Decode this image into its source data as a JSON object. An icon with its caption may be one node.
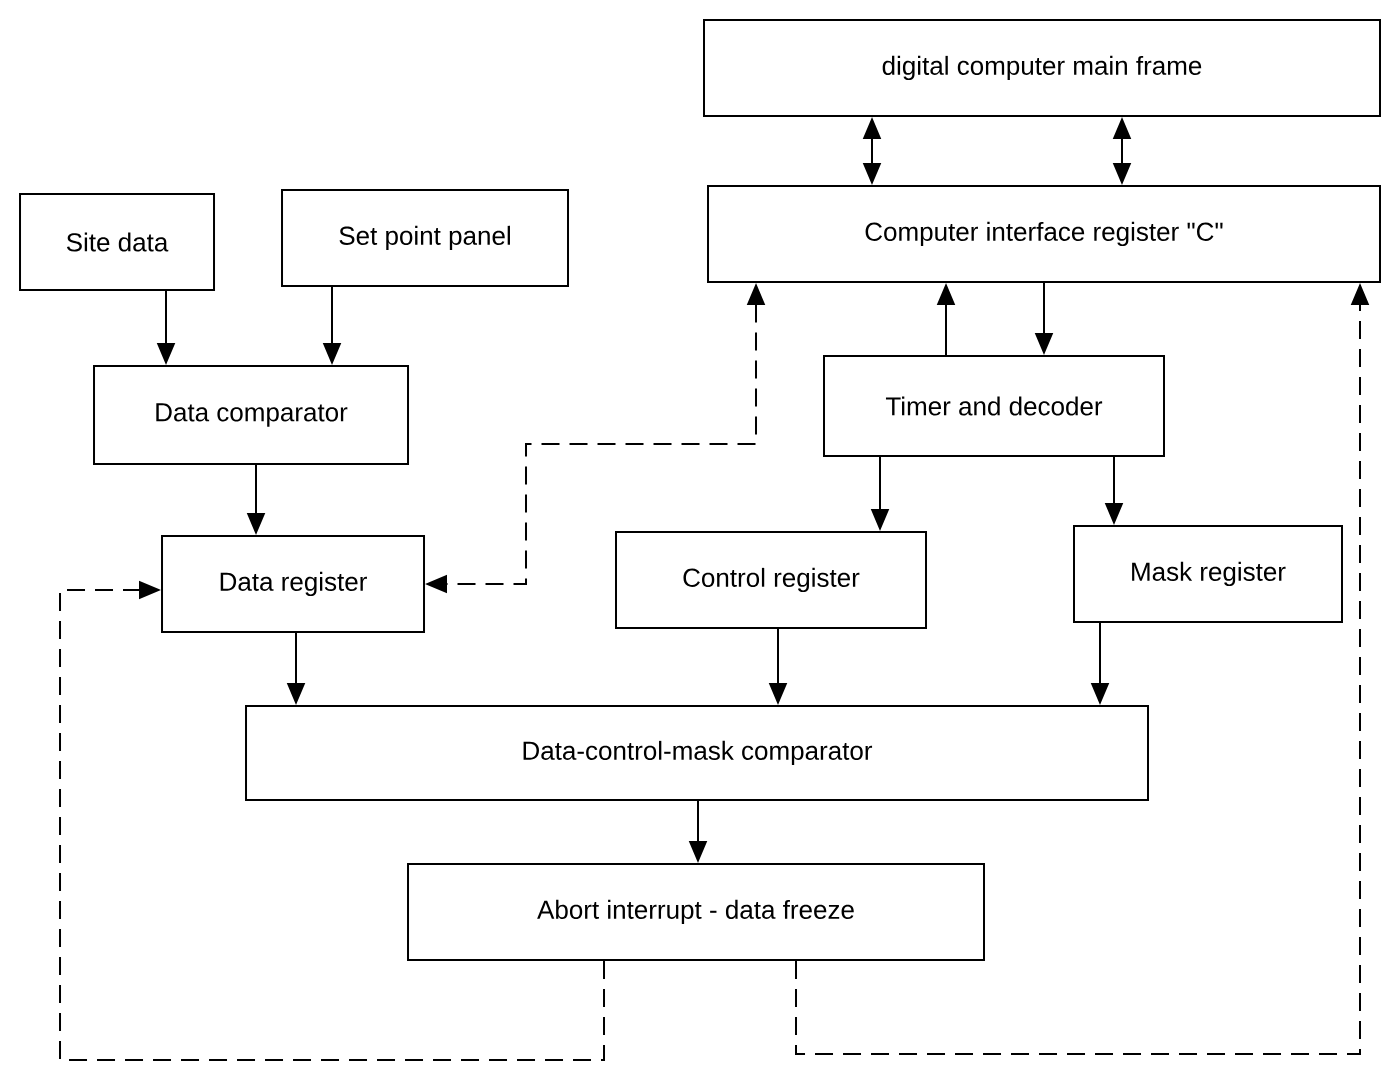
{
  "diagram": {
    "nodes": [
      {
        "text": [
          "digital computer main frame"
        ]
      },
      {
        "text": [
          "Site data"
        ]
      },
      {
        "text": [
          "Set point panel"
        ]
      },
      {
        "text": [
          "Computer interface register \"C\""
        ]
      },
      {
        "text": [
          "Data comparator"
        ]
      },
      {
        "text": [
          "Timer and decoder"
        ]
      },
      {
        "text": [
          "Data register"
        ]
      },
      {
        "text": [
          "Control register"
        ]
      },
      {
        "text": [
          "Mask register"
        ]
      },
      {
        "text": [
          "Data-control-mask comparator"
        ]
      },
      {
        "text": [
          "Abort interrupt - data freeze"
        ]
      }
    ],
    "edges": [
      {
        "from": 0,
        "to": 3,
        "arrow": "both"
      },
      {
        "from": 0,
        "to": 3,
        "arrow": "both"
      },
      {
        "from": 1,
        "to": 4,
        "arrow": "to"
      },
      {
        "from": 2,
        "to": 4,
        "arrow": "to"
      },
      {
        "from": 4,
        "to": 6,
        "arrow": "to"
      },
      {
        "from": 3,
        "to": 5,
        "arrow": "to"
      },
      {
        "from": 5,
        "to": 3,
        "arrow": "to"
      },
      {
        "from": 5,
        "to": 7,
        "arrow": "to"
      },
      {
        "from": 5,
        "to": 8,
        "arrow": "to"
      },
      {
        "from": 6,
        "to": 9,
        "arrow": "to"
      },
      {
        "from": 7,
        "to": 9,
        "arrow": "to"
      },
      {
        "from": 8,
        "to": 9,
        "arrow": "to"
      },
      {
        "from": 9,
        "to": 10,
        "arrow": "to"
      },
      {
        "from": 3,
        "to": 6,
        "arrow": "both",
        "style": "dashed"
      },
      {
        "from": 10,
        "to": 6,
        "arrow": "to",
        "style": "dashed"
      },
      {
        "from": 10,
        "to": 3,
        "arrow": "to",
        "style": "dashed"
      }
    ]
  }
}
